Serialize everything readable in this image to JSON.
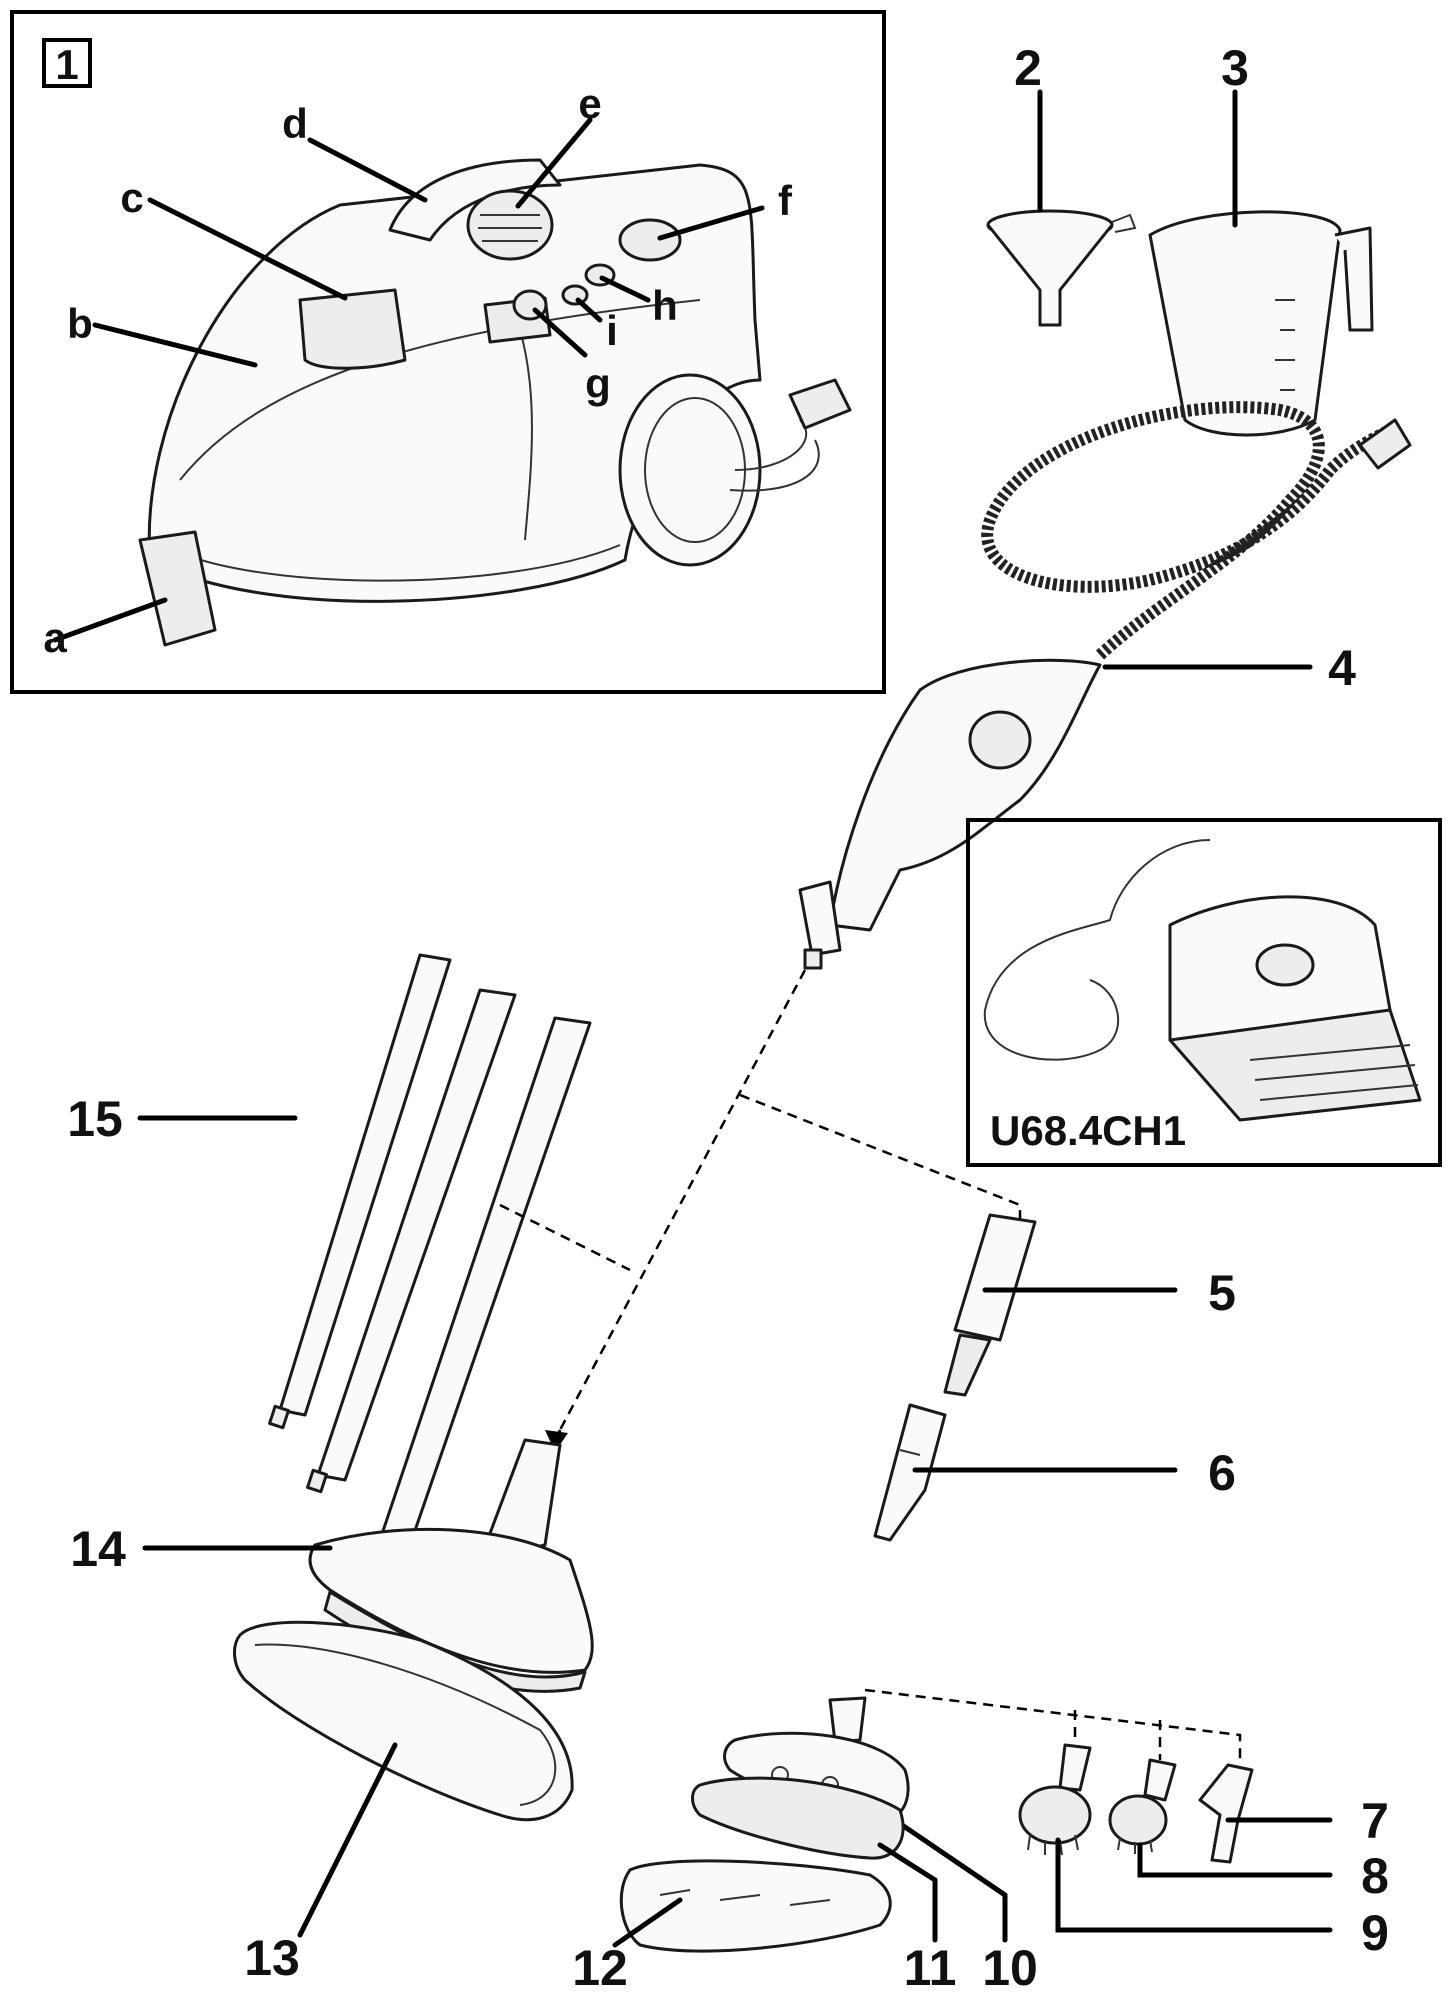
{
  "figure_number": "1",
  "inset_label": "U68.4CH1",
  "steamer_labels": [
    "a",
    "b",
    "c",
    "d",
    "e",
    "f",
    "g",
    "h",
    "i"
  ],
  "part_numbers": [
    "2",
    "3",
    "4",
    "5",
    "6",
    "7",
    "8",
    "9",
    "10",
    "11",
    "12",
    "13",
    "14",
    "15"
  ]
}
